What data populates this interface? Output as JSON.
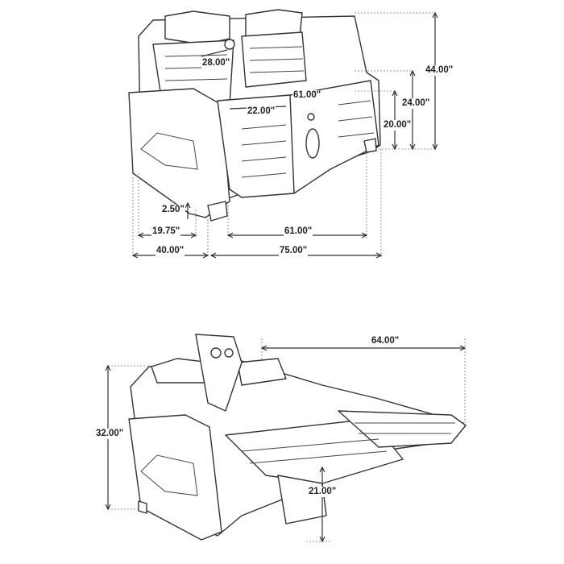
{
  "front_view": {
    "headrest_width": "28.00\"",
    "seat_width_top": "61.00\"",
    "console_width": "22.00\"",
    "overall_height": "44.00\"",
    "arm_height": "24.00\"",
    "seat_height": "20.00\"",
    "leg_height": "2.50\"",
    "seat_depth": "19.75\"",
    "seat_width_bottom": "61.00\"",
    "overall_depth": "40.00\"",
    "overall_width": "75.00\""
  },
  "reclined_view": {
    "reclined_depth": "64.00\"",
    "reclined_height": "32.00\"",
    "footrest_height": "21.00\""
  }
}
